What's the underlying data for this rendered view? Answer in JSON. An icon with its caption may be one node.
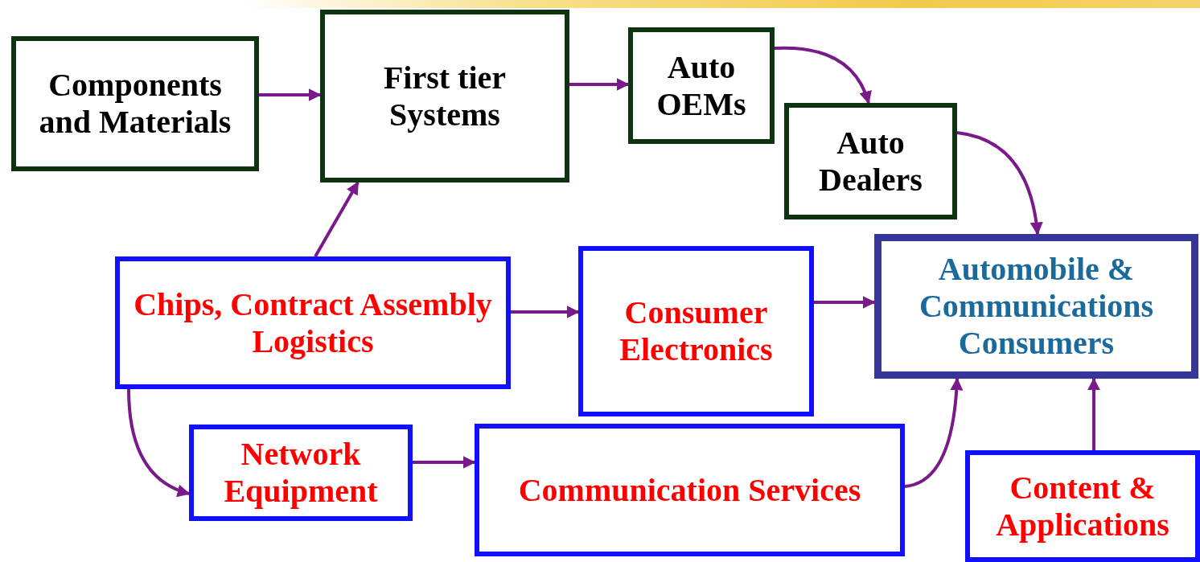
{
  "diagram": {
    "nodes": [
      {
        "text": [
          "Components and Materials"
        ]
      },
      {
        "text": [
          "First tier Systems"
        ]
      },
      {
        "text": [
          "Auto OEMs"
        ]
      },
      {
        "text": [
          "Auto Dealers"
        ]
      },
      {
        "text": [
          "Automobile & Communications Consumers"
        ]
      },
      {
        "text": [
          "Chips, Contract Assembly Logistics"
        ]
      },
      {
        "text": [
          "Consumer Electronics"
        ]
      },
      {
        "text": [
          "Network Equipment"
        ]
      },
      {
        "text": [
          "Communication Services"
        ]
      },
      {
        "text": [
          "Content & Applications"
        ]
      }
    ],
    "edges": [
      {
        "from": 0,
        "to": 1,
        "arrow": "to"
      },
      {
        "from": 1,
        "to": 2,
        "arrow": "to"
      },
      {
        "from": 2,
        "to": 3,
        "arrow": "to"
      },
      {
        "from": 3,
        "to": 4,
        "arrow": "to"
      },
      {
        "from": 5,
        "to": 1,
        "arrow": "to"
      },
      {
        "from": 5,
        "to": 6,
        "arrow": "to"
      },
      {
        "from": 6,
        "to": 4,
        "arrow": "to"
      },
      {
        "from": 5,
        "to": 7,
        "arrow": "to"
      },
      {
        "from": 7,
        "to": 8,
        "arrow": "to"
      },
      {
        "from": 8,
        "to": 4,
        "arrow": "to"
      },
      {
        "from": 9,
        "to": 4,
        "arrow": "to"
      }
    ]
  }
}
